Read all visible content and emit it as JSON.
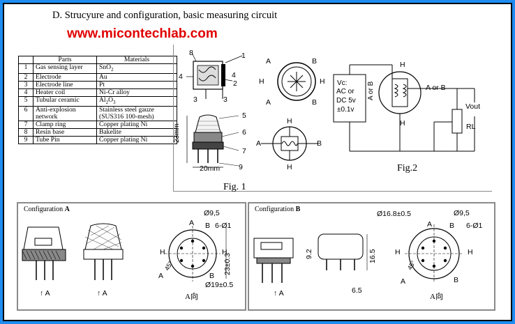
{
  "heading": "D. Strucyure and configuration, basic measuring circuit",
  "watermark_url": "www.micontechlab.com",
  "colors": {
    "background": "#1e8cf0",
    "url": "#e00000"
  },
  "parts_table": {
    "headers": [
      "",
      "Parts",
      "Materials"
    ],
    "rows": [
      [
        "1",
        "Gas sensing layer",
        "SnO2"
      ],
      [
        "2",
        "Electrode",
        "Au"
      ],
      [
        "3",
        "Electrode line",
        "Pt"
      ],
      [
        "4",
        "Heater coil",
        "Ni-Cr alloy"
      ],
      [
        "5",
        "Tubular ceramic",
        "Al2O3"
      ],
      [
        "6",
        "Anti-explosion network",
        "Stainless steel gauze (SUS316 100-mesh)"
      ],
      [
        "7",
        "Clamp ring",
        "Copper plating Ni"
      ],
      [
        "8",
        "Resin base",
        "Bakelite"
      ],
      [
        "9",
        "Tube Pin",
        "Copper plating Ni"
      ]
    ]
  },
  "fig1": {
    "caption": "Fig. 1",
    "callouts": [
      "1",
      "2",
      "3",
      "3",
      "4",
      "4",
      "5",
      "6",
      "7",
      "8",
      "9"
    ],
    "dim_height": "23mm",
    "dim_width": "20mm",
    "pin_labels": [
      "A",
      "B",
      "H",
      "H",
      "A",
      "B"
    ],
    "pin_labels_small": [
      "H",
      "A",
      "B",
      "H"
    ]
  },
  "fig2": {
    "caption": "Fig.2",
    "supply_lines": [
      "Vc:",
      "AC or",
      "DC 5v",
      "±0.1v"
    ],
    "labels": {
      "a_or_b_top": "A or B",
      "a_or_b_right": "A or B",
      "h_top": "H",
      "h_bottom": "H",
      "vout": "Vout",
      "rl": "RL"
    }
  },
  "config_a": {
    "title_prefix": "Configuration ",
    "title_letter": "A",
    "dims": [
      "Ø9,5",
      "6-Ø1",
      "23±0.3",
      "Ø19±0.5",
      "45°"
    ],
    "pins": [
      "A",
      "B",
      "H",
      "H",
      "A",
      "B"
    ],
    "arrow_labels": [
      "A",
      "A"
    ],
    "view_label": "A向"
  },
  "config_b": {
    "title_prefix": "Configuration ",
    "title_letter": "B",
    "dims": [
      "Ø16.8±0.5",
      "Ø9,5",
      "6-Ø1",
      "9.2",
      "16.5",
      "6.5",
      "45°"
    ],
    "pins": [
      "A",
      "B",
      "H",
      "H",
      "A",
      "B"
    ],
    "arrow_labels": [
      "A"
    ],
    "view_label": "A向"
  }
}
